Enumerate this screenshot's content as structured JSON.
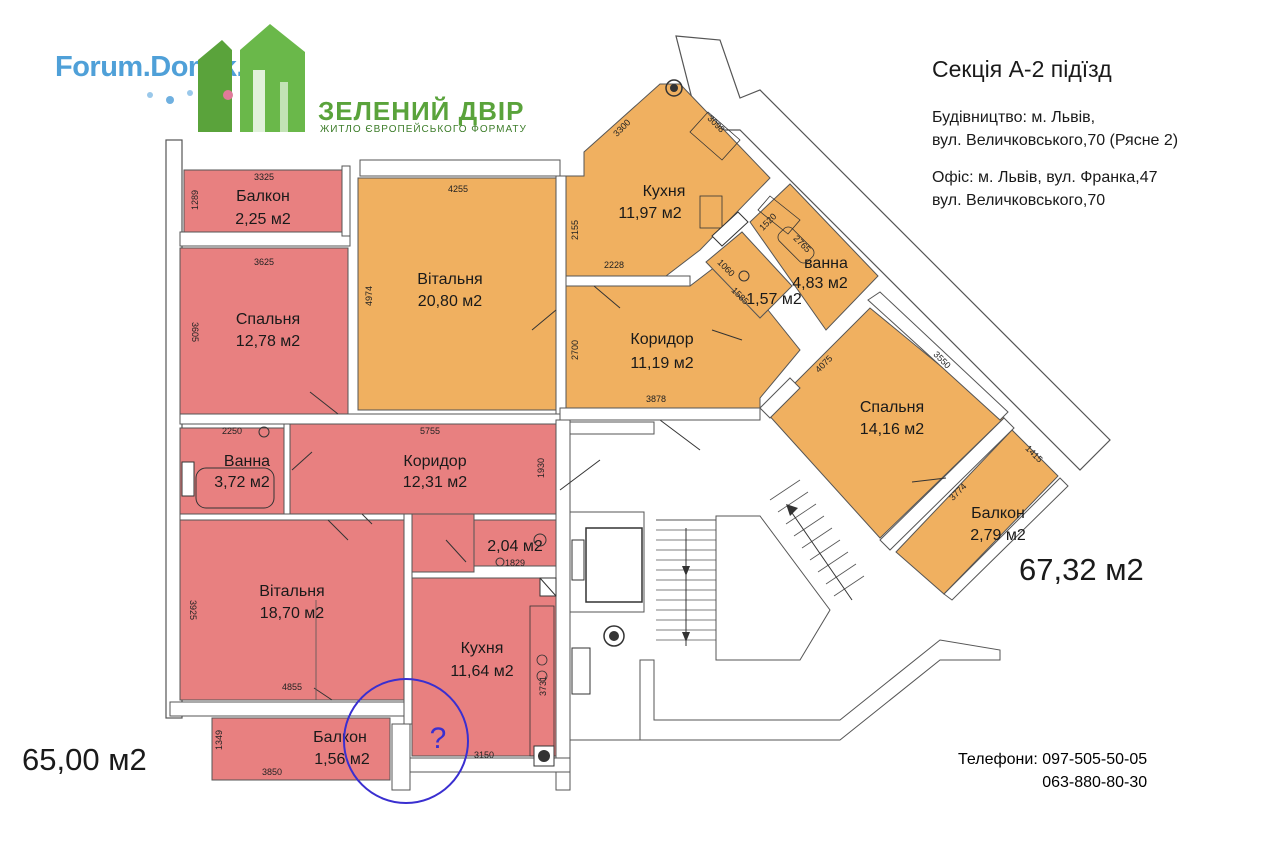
{
  "logo": {
    "site": "Forum.Domik.ua",
    "brand_name": "ЗЕЛЕНИЙ ДВІР",
    "brand_tagline": "ЖИТЛО ЄВРОПЕЙСЬКОГО ФОРМАТУ"
  },
  "info": {
    "title": "Секція А-2 підїзд",
    "construction_line1": "Будівництво: м. Львів,",
    "construction_line2": "вул. Величковського,70 (Рясне 2)",
    "office_line1": "Офіс: м. Львів, вул. Франка,47",
    "office_line2": "вул. Величковського,70",
    "phones_line1": "Телефони: 097-505-50-05",
    "phones_line2": "063-880-80-30"
  },
  "colors": {
    "apartment_left": "#e88080",
    "apartment_right": "#f0b060",
    "walls": "#ffffff",
    "wall_outline": "#555555",
    "marker_circle": "#3a2fd0"
  },
  "apartments": {
    "left": {
      "total": "65,00 м2",
      "rooms": {
        "balcony_top": {
          "name": "Балкон",
          "area": "2,25 м2"
        },
        "bedroom": {
          "name": "Спальня",
          "area": "12,78 м2"
        },
        "bathroom": {
          "name": "Ванна",
          "area": "3,72 м2"
        },
        "corridor": {
          "name": "Коридор",
          "area": "12,31 м2"
        },
        "storage": {
          "name": "",
          "area": "2,04 м2"
        },
        "living": {
          "name": "Вітальня",
          "area": "18,70 м2"
        },
        "kitchen": {
          "name": "Кухня",
          "area": "11,64 м2"
        },
        "balcony_bottom": {
          "name": "Балкон",
          "area": "1,56 м2"
        }
      },
      "dimensions": {
        "d3325": "3325",
        "d1289": "1289",
        "d3625": "3625",
        "d3605": "3605",
        "d2250": "2250",
        "d5755": "5755",
        "d1930": "1930",
        "d1829": "1829",
        "d3925": "3925",
        "d4855": "4855",
        "d3731": "3731",
        "d1349": "1349",
        "d3850": "3850",
        "d3150": "3150"
      },
      "marker": "?"
    },
    "right": {
      "total": "67,32 м2",
      "rooms": {
        "living": {
          "name": "Вітальня",
          "area": "20,80 м2"
        },
        "kitchen": {
          "name": "Кухня",
          "area": "11,97 м2"
        },
        "wc": {
          "name": "",
          "area": "1,57 м2"
        },
        "bath": {
          "name": "ванна",
          "area": "4,83 м2"
        },
        "corridor": {
          "name": "Коридор",
          "area": "11,19 м2"
        },
        "bedroom": {
          "name": "Спальня",
          "area": "14,16 м2"
        },
        "balcony": {
          "name": "Балкон",
          "area": "2,79 м2"
        }
      },
      "dimensions": {
        "d4255": "4255",
        "d4974": "4974",
        "d3300": "3300",
        "d3098": "3098",
        "d2155": "2155",
        "d2228": "2228",
        "d2700": "2700",
        "d3878": "3878",
        "d1060": "1060",
        "d1585": "1585",
        "d1520": "1520",
        "d2765": "2765",
        "d4075": "4075",
        "d3550": "3550",
        "d3774": "3774",
        "d1415": "1415"
      }
    }
  }
}
